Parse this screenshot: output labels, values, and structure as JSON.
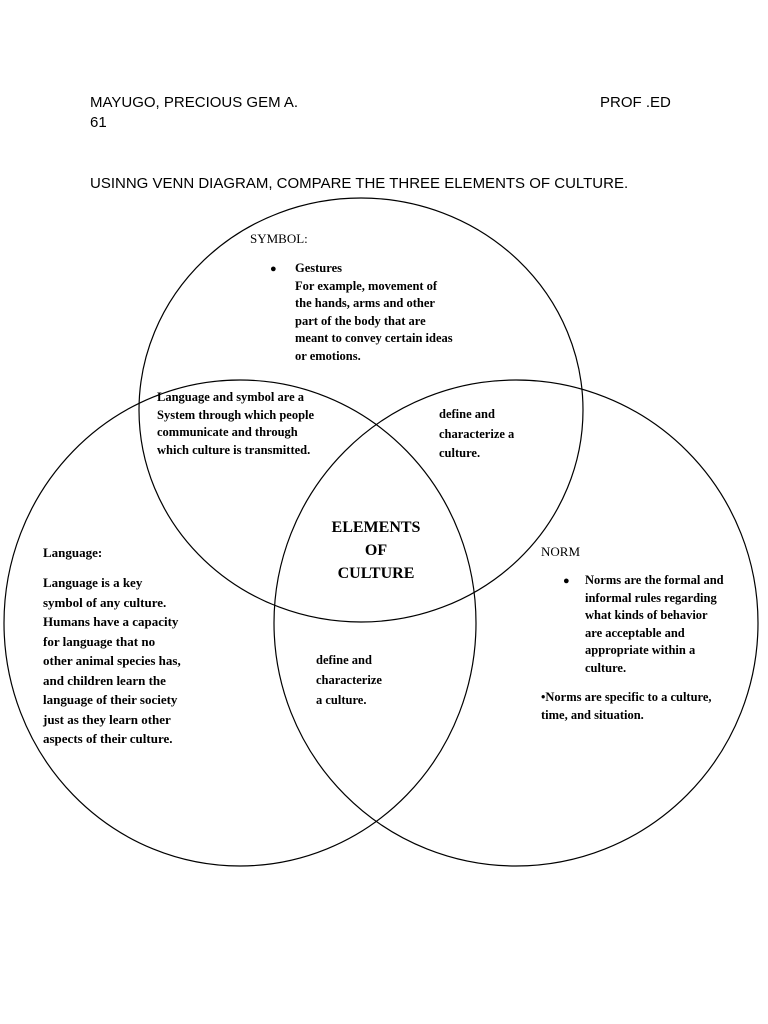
{
  "header": {
    "student_name": "MAYUGO, PRECIOUS GEM A.",
    "course": "PROF .ED",
    "course_number": "61",
    "instruction": "USINNG VENN DIAGRAM, COMPARE THE THREE ELEMENTS OF CULTURE."
  },
  "venn": {
    "center_lines": [
      "ELEMENTS",
      "OF",
      "CULTURE"
    ],
    "symbol": {
      "title": "SYMBOL:",
      "bullet_glyph": "●",
      "item_title": "Gestures",
      "item_lines": [
        "For example, movement of",
        "the hands, arms and other",
        "part of the body that are",
        "meant to convey certain ideas",
        "or emotions."
      ]
    },
    "language": {
      "title": "Language:",
      "lines": [
        "Language is a key",
        "symbol of any culture.",
        "Humans have a capacity",
        "for language that no",
        "other animal species has,",
        "and children learn the",
        "language of their society",
        "just as they learn other",
        "aspects of their culture."
      ]
    },
    "norm": {
      "title": "NORM",
      "bullet_glyph": "●",
      "bullet_lines": [
        "Norms are the formal and",
        "informal rules regarding",
        "what kinds of behavior",
        "are acceptable and",
        "appropriate within a",
        "culture."
      ],
      "extra_lines": [
        "•Norms are specific to a culture,",
        "time, and situation."
      ]
    },
    "symbol_language_overlap": [
      "Language and symbol are a",
      "System through which people",
      "communicate and through",
      "which culture is transmitted."
    ],
    "symbol_norm_overlap": [
      "define and",
      "characterize a",
      "culture."
    ],
    "language_norm_overlap": [
      "define and",
      "characterize",
      "a culture."
    ]
  }
}
